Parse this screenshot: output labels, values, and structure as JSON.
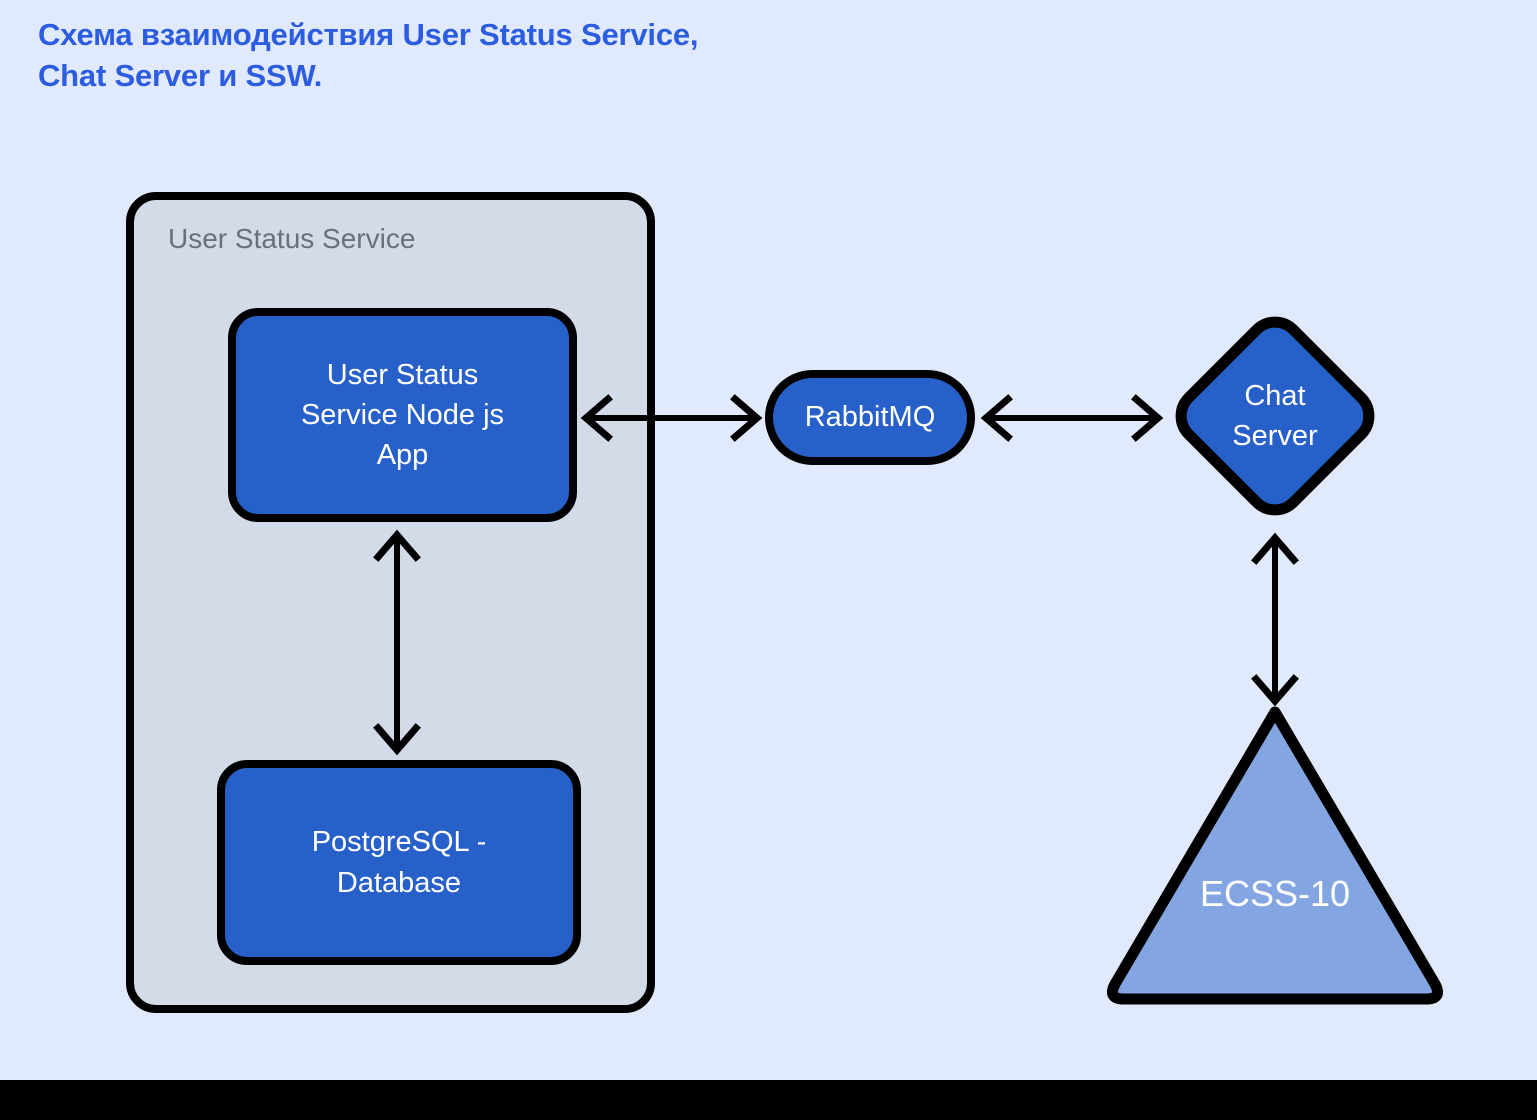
{
  "page": {
    "title": "Схема взаимодействия User Status Service,\nChat Server и SSW.",
    "background_color": "#e0eafc",
    "title_color": "#2c5ce0",
    "bottom_bar_color": "#000000"
  },
  "diagram": {
    "type": "architecture-flow",
    "container": {
      "label": "User Status Service",
      "fill_color": "#d3dae8",
      "border_color": "#000000",
      "label_color": "#6a707b"
    },
    "nodes": [
      {
        "id": "user-status-service-node-js-app",
        "label": "User Status\nService Node js\nApp",
        "shape": "rounded-rect",
        "fill_color": "#2760c8",
        "text_color": "#ffffff",
        "inside_container": true
      },
      {
        "id": "postgresql-database",
        "label": "PostgreSQL -\nDatabase",
        "shape": "rounded-rect",
        "fill_color": "#2760c8",
        "text_color": "#ffffff",
        "inside_container": true
      },
      {
        "id": "rabbitmq",
        "label": "RabbitMQ",
        "shape": "pill",
        "fill_color": "#2760c8",
        "text_color": "#ffffff",
        "inside_container": false
      },
      {
        "id": "chat-server",
        "label": "Chat\nServer",
        "shape": "diamond",
        "fill_color": "#2760c8",
        "text_color": "#ffffff",
        "inside_container": false
      },
      {
        "id": "ecss-10",
        "label": "ECSS-10",
        "shape": "triangle",
        "fill_color": "#83a6e3",
        "text_color": "#ffffff",
        "inside_container": false
      }
    ],
    "edges": [
      {
        "id": "edge-app-rabbitmq",
        "from": "user-status-service-node-js-app",
        "to": "rabbitmq",
        "direction": "bidirectional",
        "orientation": "horizontal"
      },
      {
        "id": "edge-rabbitmq-chatserver",
        "from": "rabbitmq",
        "to": "chat-server",
        "direction": "bidirectional",
        "orientation": "horizontal"
      },
      {
        "id": "edge-app-postgres",
        "from": "user-status-service-node-js-app",
        "to": "postgresql-database",
        "direction": "bidirectional",
        "orientation": "vertical"
      },
      {
        "id": "edge-chatserver-ecss",
        "from": "chat-server",
        "to": "ecss-10",
        "direction": "bidirectional",
        "orientation": "vertical"
      }
    ]
  }
}
